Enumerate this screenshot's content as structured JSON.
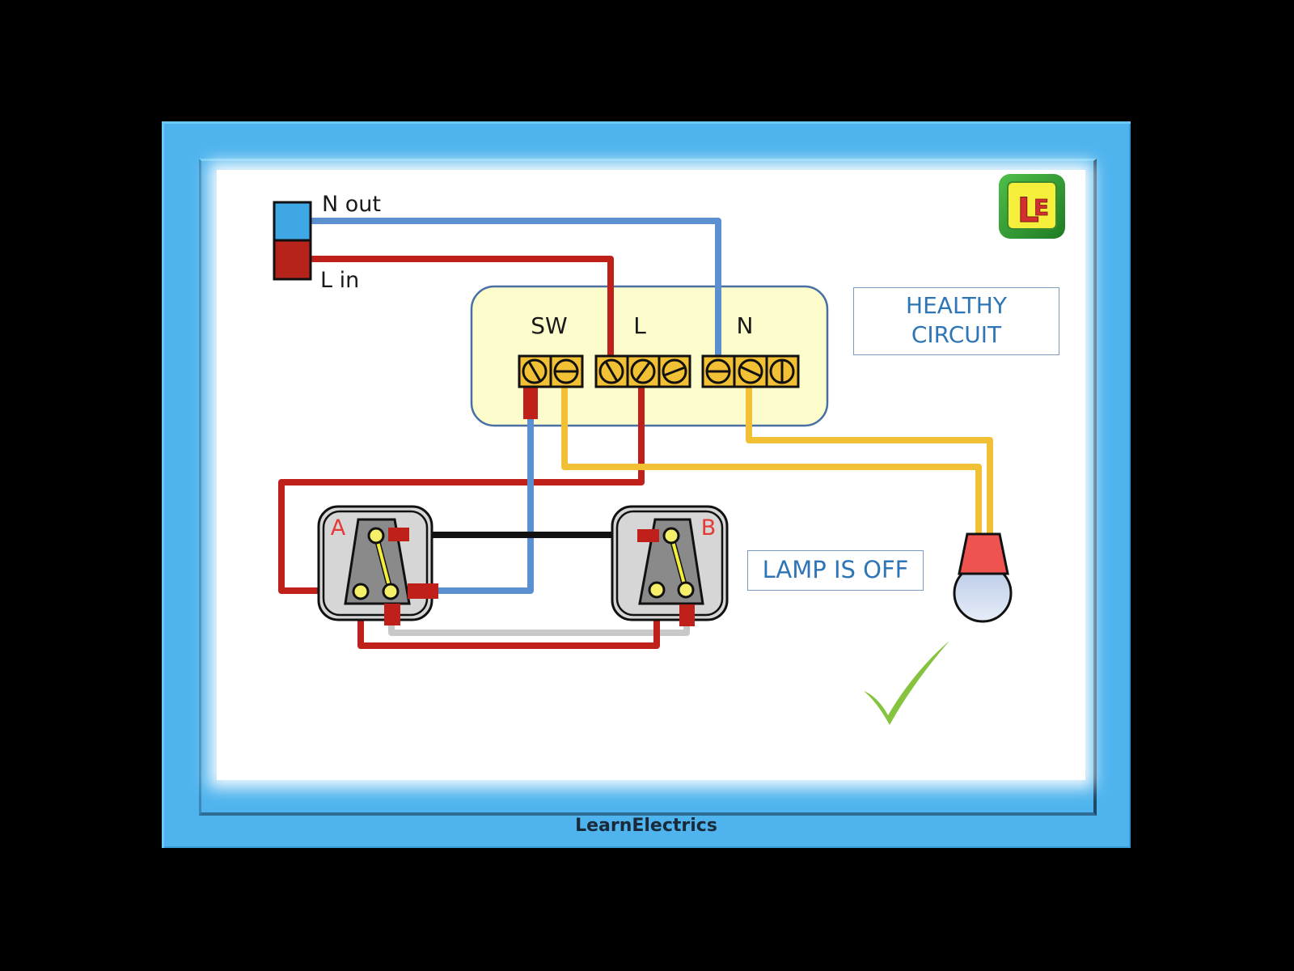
{
  "footer": {
    "brand": "LearnElectrics"
  },
  "logo": {
    "text_l": "L",
    "text_e": "E",
    "icon": "learnelectrics-logo-icon"
  },
  "supply": {
    "neutral_label": "N out",
    "live_label": "L in"
  },
  "junction_box": {
    "groups": [
      {
        "label": "SW",
        "terminals": 2
      },
      {
        "label": "L",
        "terminals": 3
      },
      {
        "label": "N",
        "terminals": 3
      }
    ]
  },
  "switches": [
    {
      "label": "A",
      "type": "two-way switch"
    },
    {
      "label": "B",
      "type": "two-way switch"
    }
  ],
  "status": {
    "circuit": "HEALTHY\nCIRCUIT",
    "circuit_line1": "HEALTHY",
    "circuit_line2": "CIRCUIT",
    "lamp": "LAMP IS OFF"
  },
  "indicators": {
    "check": "check-mark-icon"
  },
  "colors": {
    "frame": "#4fb4ee",
    "live_wire": "#c0201a",
    "neutral_wire": "#5b8fd0",
    "switched_live": "#f2c035",
    "strapper_black": "#111111",
    "strapper_grey": "#c8c8c8",
    "junction_box_fill": "#fdfccc",
    "terminal_fill": "#f2c035",
    "status_text": "#2e75b6",
    "check": "#86c440",
    "lamp_cap": "#ef5350",
    "lamp_bulb": "#cfdcf0"
  }
}
